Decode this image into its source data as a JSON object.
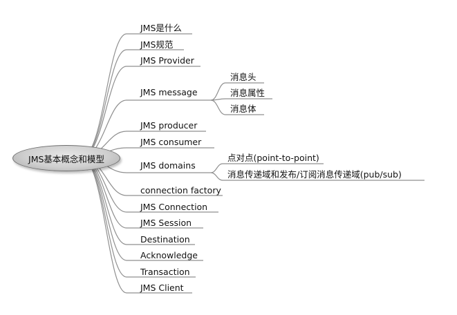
{
  "root": {
    "label": "JMS基本概念和模型"
  },
  "branches": [
    {
      "label": "JMS是什么"
    },
    {
      "label": "JMS规范"
    },
    {
      "label": "JMS Provider"
    },
    {
      "label": "JMS message",
      "children": [
        "消息头",
        "消息属性",
        "消息体"
      ]
    },
    {
      "label": "JMS producer"
    },
    {
      "label": "JMS consumer"
    },
    {
      "label": "JMS domains",
      "children": [
        "点对点(point-to-point)",
        "消息传递域和发布/订阅消息传递域(pub/sub)"
      ]
    },
    {
      "label": "connection factory"
    },
    {
      "label": "JMS Connection"
    },
    {
      "label": "JMS Session"
    },
    {
      "label": "Destination"
    },
    {
      "label": "Acknowledge"
    },
    {
      "label": "Transaction"
    },
    {
      "label": "JMS Client"
    }
  ]
}
